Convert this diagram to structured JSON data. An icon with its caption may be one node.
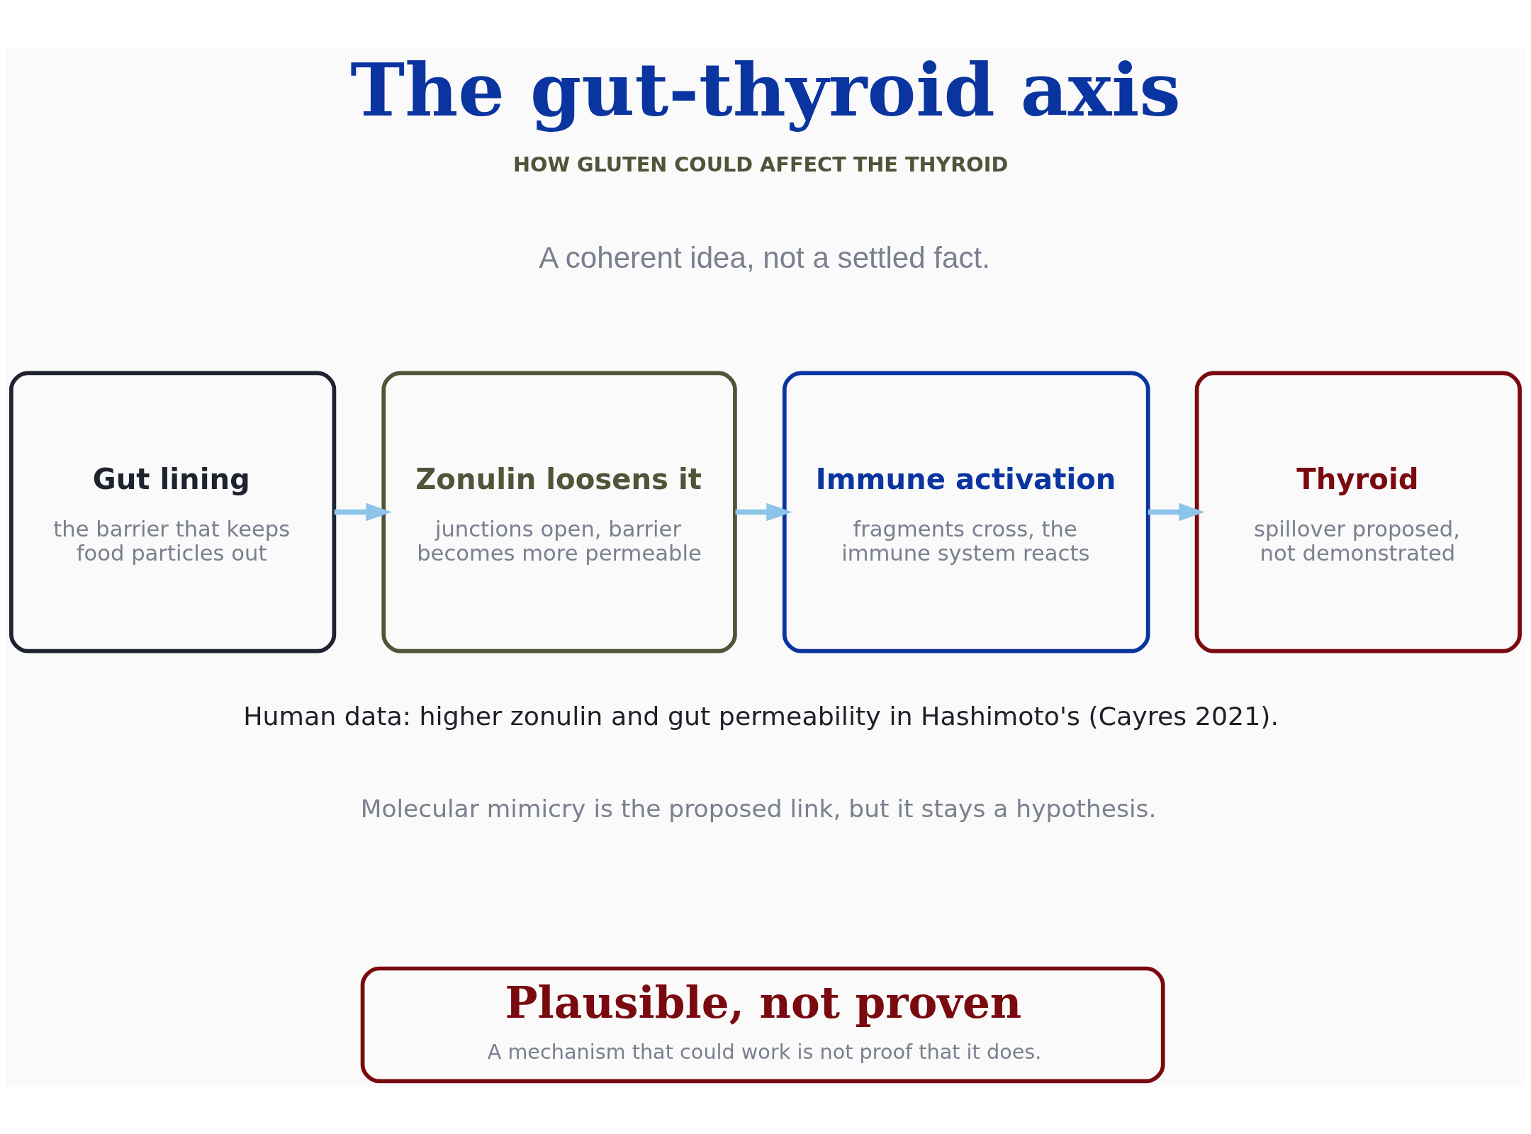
{
  "diagram": {
    "title": "The gut-thyroid axis",
    "nodes": [
      {
        "text": [
          "Gut lining",
          "the barrier that keeps food particles out"
        ]
      },
      {
        "text": [
          "Zonulin loosens it",
          "junctions open, barrier becomes more permeable"
        ]
      },
      {
        "text": [
          "Immune activation",
          "fragments cross, the immune system reacts"
        ]
      },
      {
        "text": [
          "Thyroid",
          "spillover proposed, not demonstrated"
        ]
      },
      {
        "text": [
          "Plausible, not proven",
          "A mechanism that could work is not proof that it does."
        ]
      }
    ],
    "edges": [
      {
        "from": 0,
        "to": 1,
        "arrow": "to"
      },
      {
        "from": 1,
        "to": 2,
        "arrow": "to"
      },
      {
        "from": 2,
        "to": 3,
        "arrow": "to"
      }
    ],
    "labels": [
      "HOW GLUTEN COULD AFFECT THE THYROID",
      "A coherent idea, not a settled fact.",
      "Human data: higher zonulin and gut permeability in Hashimoto's (Cayres 2021).",
      "Molecular mimicry is the proposed link, but it stays a hypothesis."
    ]
  }
}
